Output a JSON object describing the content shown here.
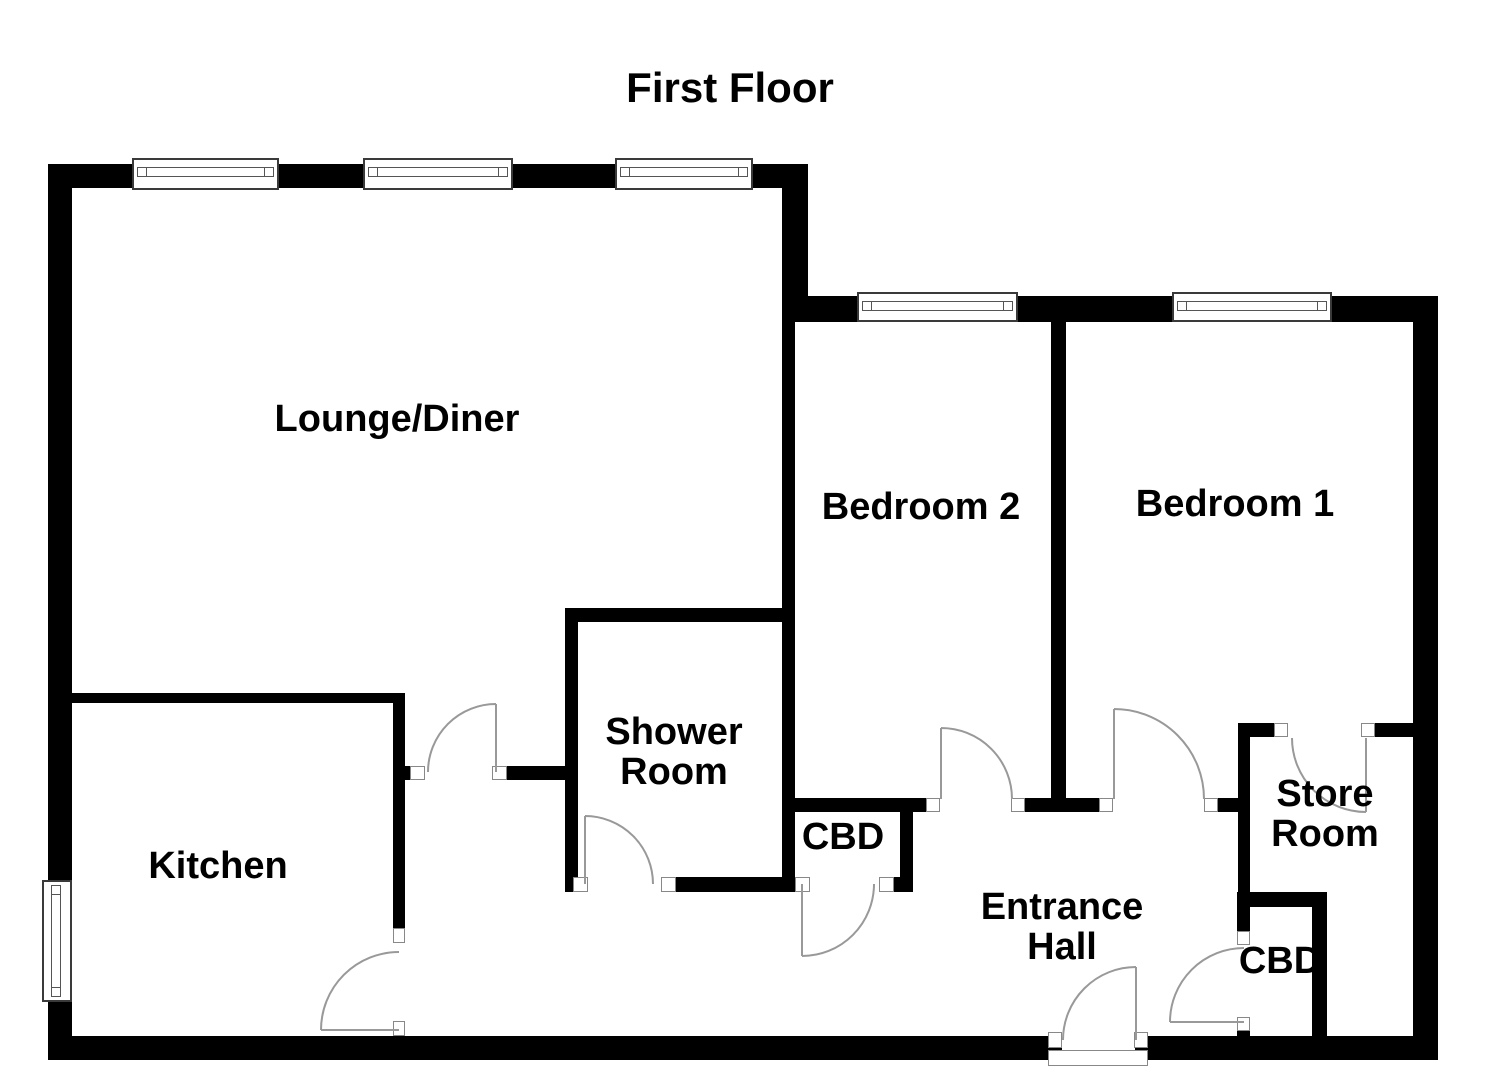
{
  "title": "First Floor",
  "colors": {
    "wall": "#000000",
    "background": "#ffffff",
    "text": "#000000",
    "door_line": "#999999",
    "frame_line": "#888888"
  },
  "rooms": {
    "lounge": {
      "label": "Lounge/Diner"
    },
    "bedroom2": {
      "label": "Bedroom 2"
    },
    "bedroom1": {
      "label": "Bedroom 1"
    },
    "kitchen": {
      "label": "Kitchen"
    },
    "shower": {
      "line1": "Shower",
      "line2": "Room"
    },
    "cbd1": {
      "label": "CBD"
    },
    "hall": {
      "line1": "Entrance",
      "line2": "Hall"
    },
    "store": {
      "line1": "Store",
      "line2": "Room"
    },
    "cbd2": {
      "label": "CBD"
    }
  }
}
